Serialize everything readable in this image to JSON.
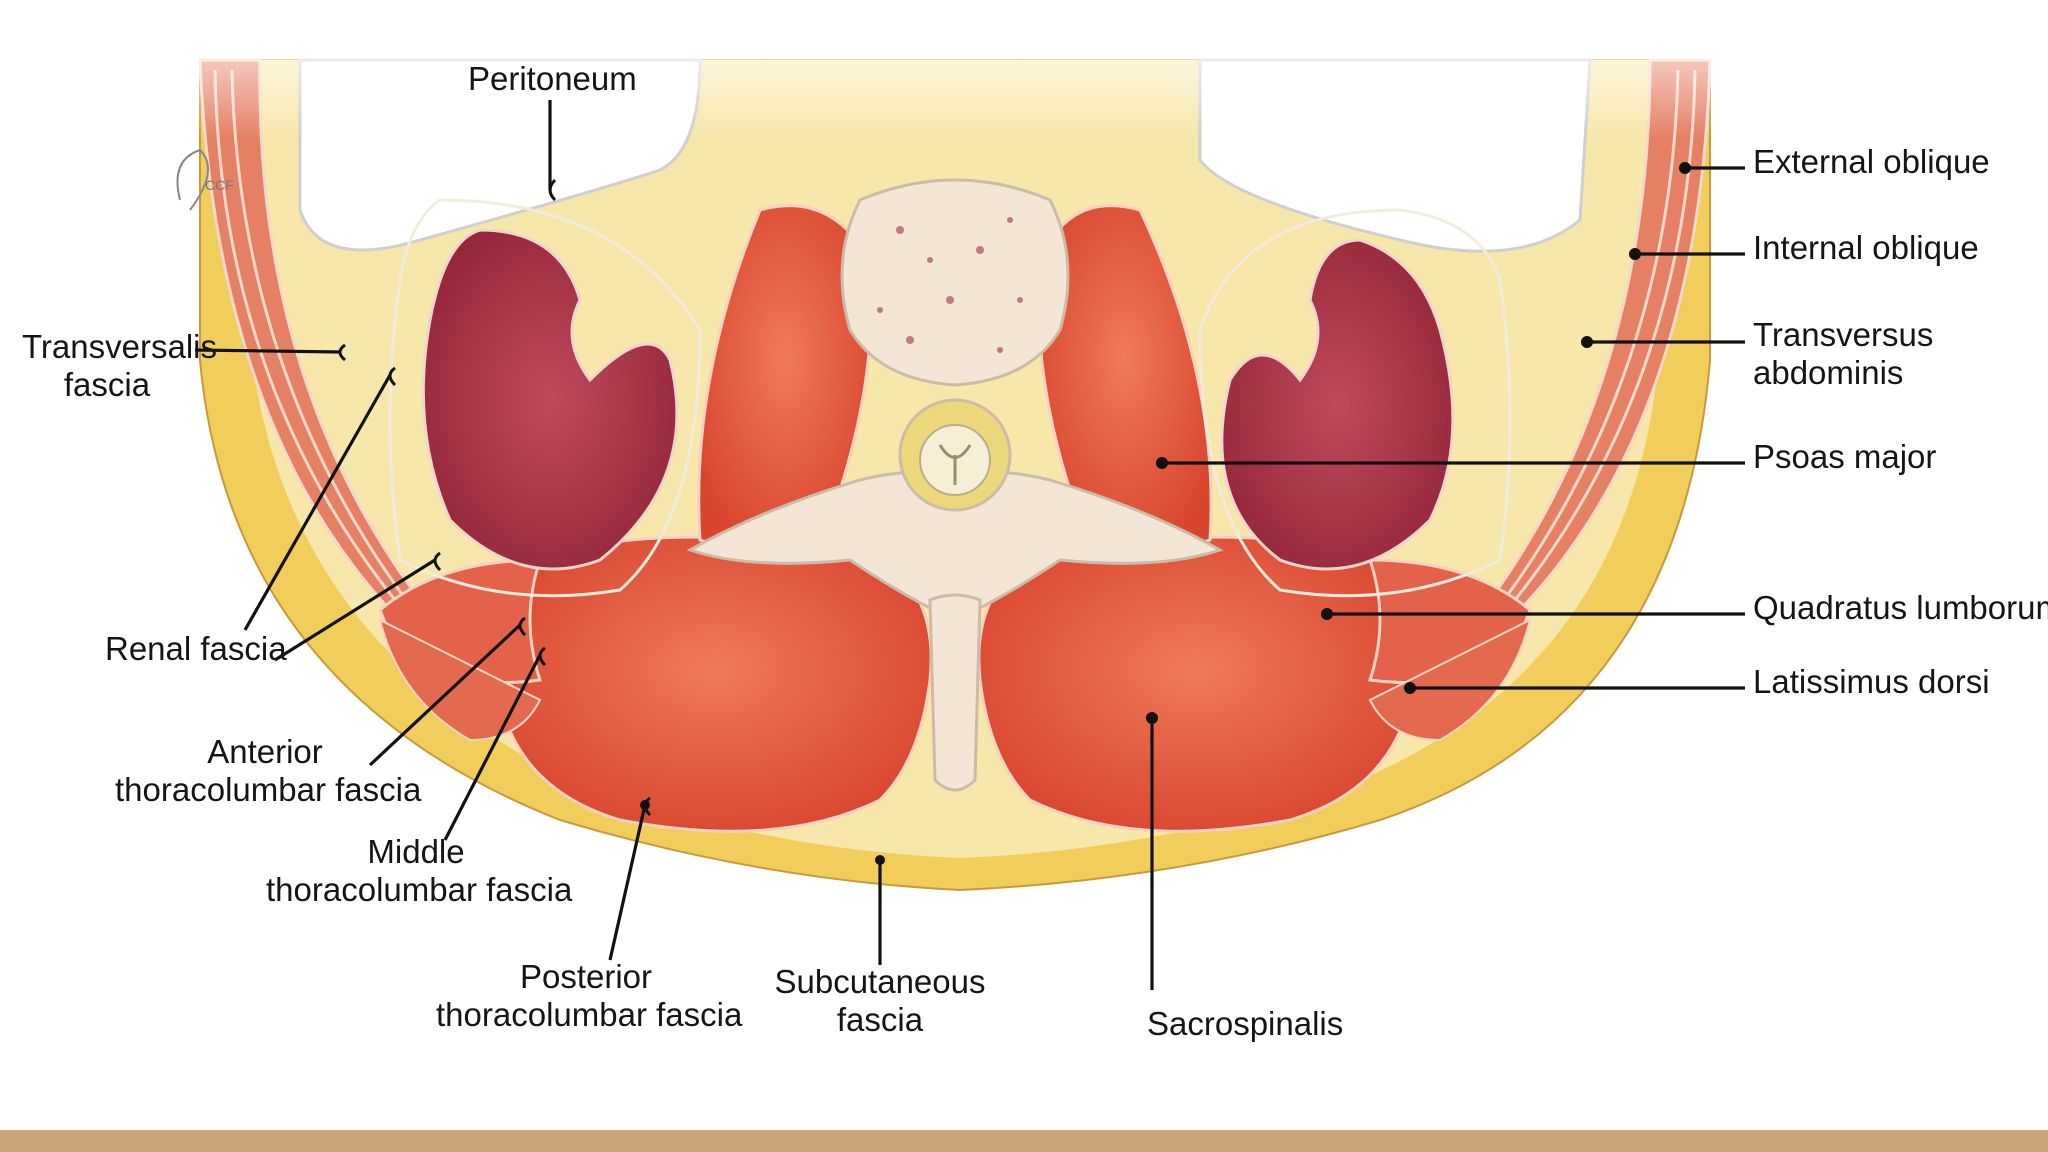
{
  "labels": {
    "peritoneum": "Peritoneum",
    "transversalis_fascia": [
      "Transversalis",
      "fascia"
    ],
    "renal_fascia": "Renal fascia",
    "anterior_tlf": [
      "Anterior",
      "thoracolumbar fascia"
    ],
    "middle_tlf": [
      "Middle",
      "thoracolumbar fascia"
    ],
    "posterior_tlf": [
      "Posterior",
      "thoracolumbar fascia"
    ],
    "subcutaneous_fascia": [
      "Subcutaneous",
      "fascia"
    ],
    "sacrospinalis": "Sacrospinalis",
    "external_oblique": "External oblique",
    "internal_oblique": "Internal oblique",
    "transversus_abdominis": [
      "Transversus",
      "abdominis"
    ],
    "psoas_major": "Psoas major",
    "quadratus_lumborum": "Quadratus lumborum",
    "latissimus_dorsi": "Latissimus dorsi",
    "signature": "CCF"
  },
  "colors": {
    "fat": "#f6e6a6",
    "subcutaneous_fat": "#f2d264",
    "muscle": "#e2543c",
    "muscle_light": "#ef8f70",
    "kidney": "#a83447",
    "bone": "#f3e6d6",
    "bottom_bar": "#c9a77a"
  }
}
